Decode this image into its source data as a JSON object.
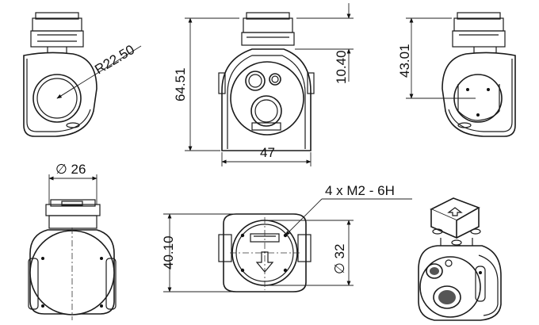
{
  "dimensions": {
    "radius": "R22.50",
    "height_total": "64.51",
    "top_offset": "10.40",
    "width": "47",
    "axis_height": "43.01",
    "diameter_top": "∅ 26",
    "height_base": "40.10",
    "diameter_mount": "∅ 32",
    "screw_spec": "4 x  M2 - 6H"
  }
}
